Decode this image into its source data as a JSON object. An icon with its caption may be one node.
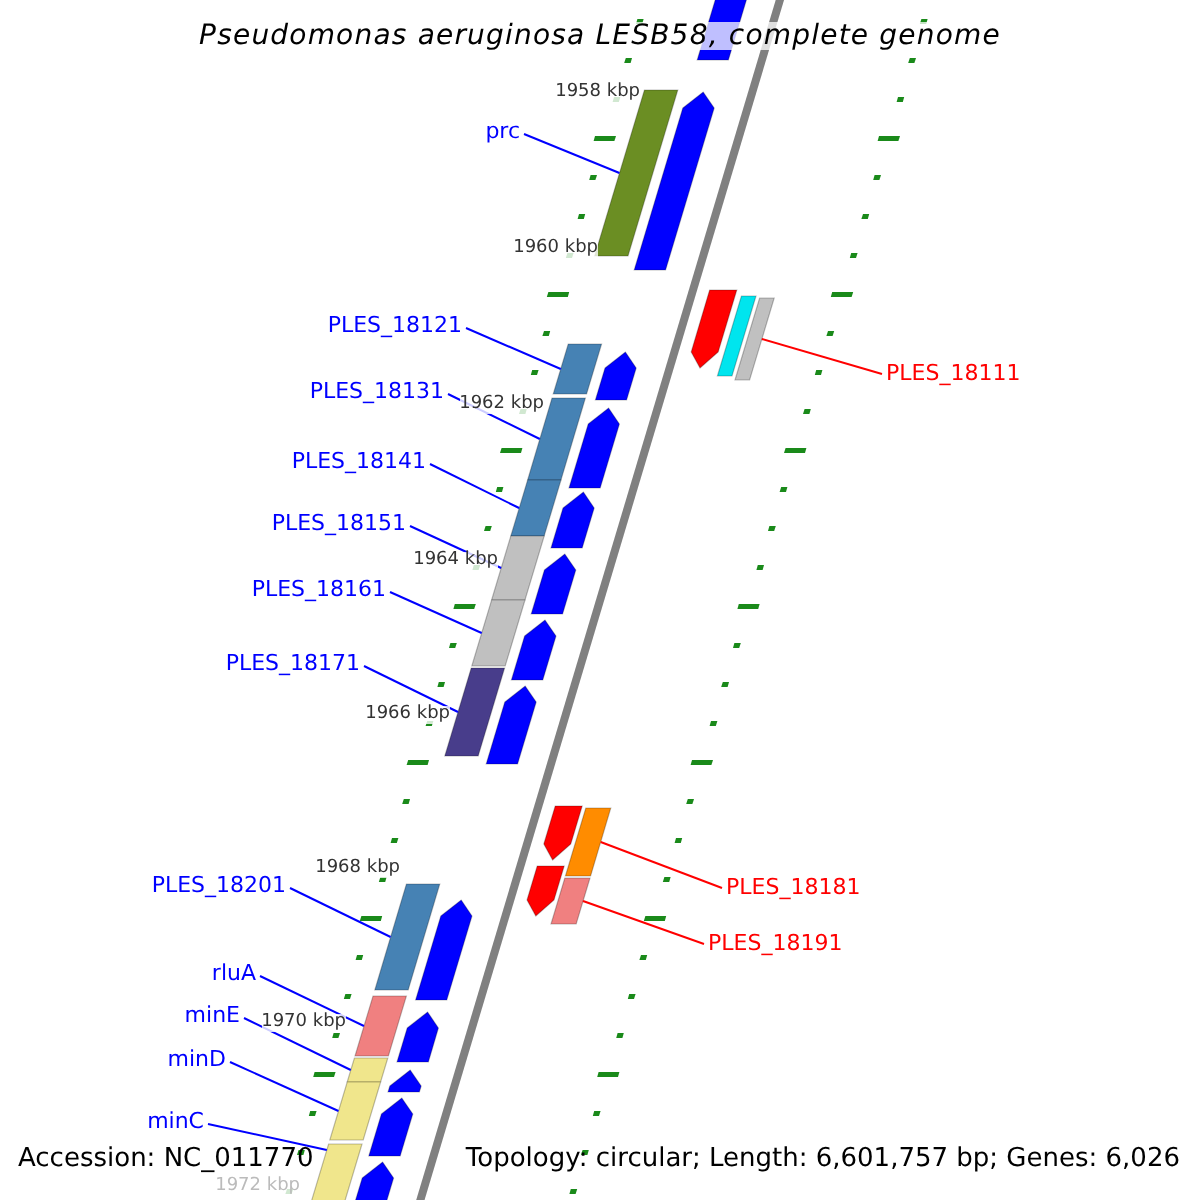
{
  "diagram": {
    "title": "Pseudomonas aeruginosa LESB58, complete genome",
    "nodes": [
      {
        "text": [
          "prc"
        ]
      },
      {
        "text": [],
        "shape": "bar"
      },
      {
        "text": [
          "PLES_18121"
        ]
      },
      {
        "text": [],
        "shape": "bar"
      },
      {
        "text": [
          "PLES_18131"
        ]
      },
      {
        "text": [],
        "shape": "bar"
      },
      {
        "text": [
          "PLES_18141"
        ]
      },
      {
        "text": [],
        "shape": "bar"
      },
      {
        "text": [
          "PLES_18151"
        ]
      },
      {
        "text": [],
        "shape": "bar"
      },
      {
        "text": [
          "PLES_18161"
        ]
      },
      {
        "text": [],
        "shape": "bar"
      },
      {
        "text": [
          "PLES_18171"
        ]
      },
      {
        "text": [],
        "shape": "bar"
      },
      {
        "text": [
          "PLES_18111"
        ]
      },
      {
        "text": [],
        "shape": "bar"
      },
      {
        "text": [
          "PLES_18181"
        ]
      },
      {
        "text": [],
        "shape": "bar"
      },
      {
        "text": [
          "PLES_18191"
        ]
      },
      {
        "text": [],
        "shape": "bar"
      },
      {
        "text": [
          "PLES_18201"
        ]
      },
      {
        "text": [],
        "shape": "bar"
      },
      {
        "text": [
          "rluA"
        ]
      },
      {
        "text": [],
        "shape": "bar"
      },
      {
        "text": [
          "minE"
        ]
      },
      {
        "text": [],
        "shape": "bar"
      },
      {
        "text": [
          "minD"
        ]
      },
      {
        "text": [],
        "shape": "bar"
      },
      {
        "text": [
          "minC"
        ]
      },
      {
        "text": [],
        "shape": "bar"
      },
      {
        "text": [],
        "shape": "bar"
      },
      {
        "text": [],
        "shape": "bar"
      },
      {
        "text": [],
        "shape": "bar"
      },
      {
        "text": [],
        "shape": "bar"
      },
      {
        "text": [],
        "shape": "bar"
      },
      {
        "text": [],
        "shape": "bar"
      },
      {
        "text": [],
        "shape": "bar"
      },
      {
        "text": [],
        "shape": "bar"
      },
      {
        "text": [],
        "shape": "bar"
      },
      {
        "text": [],
        "shape": "bar"
      },
      {
        "text": [],
        "shape": "bar"
      },
      {
        "text": [],
        "shape": "bar"
      },
      {
        "text": [],
        "shape": "bar"
      },
      {
        "text": [],
        "shape": "bar"
      },
      {
        "text": [],
        "shape": "bar"
      },
      {
        "text": [],
        "shape": "bar"
      },
      {
        "text": [],
        "shape": "bar"
      }
    ],
    "edges": [
      {
        "from": 0,
        "to": 1,
        "arrow": "none"
      },
      {
        "from": 2,
        "to": 3,
        "arrow": "none"
      },
      {
        "from": 4,
        "to": 5,
        "arrow": "none"
      },
      {
        "from": 6,
        "to": 7,
        "arrow": "none"
      },
      {
        "from": 8,
        "to": 9,
        "arrow": "none"
      },
      {
        "from": 10,
        "to": 11,
        "arrow": "none"
      },
      {
        "from": 12,
        "to": 13,
        "arrow": "none"
      },
      {
        "from": 14,
        "to": 15,
        "arrow": "none",
        "color": "#ff0000"
      },
      {
        "from": 16,
        "to": 17,
        "arrow": "none",
        "color": "#ff0000"
      },
      {
        "from": 18,
        "to": 19,
        "arrow": "none",
        "color": "#ff0000"
      },
      {
        "from": 20,
        "to": 21,
        "arrow": "none"
      },
      {
        "from": 22,
        "to": 23,
        "arrow": "none"
      },
      {
        "from": 24,
        "to": 25,
        "arrow": "none"
      },
      {
        "from": 26,
        "to": 27,
        "arrow": "none"
      },
      {
        "from": 28,
        "to": 29,
        "arrow": "none"
      }
    ],
    "labels": [
      "1958 kbp",
      "1960 kbp",
      "1962 kbp",
      "1964 kbp",
      "1966 kbp",
      "1968 kbp",
      "1970 kbp",
      "1972 kbp",
      "Accession: NC_011770",
      "Topology: circular; Length: 6,601,757 bp; Genes: 6,026"
    ]
  }
}
